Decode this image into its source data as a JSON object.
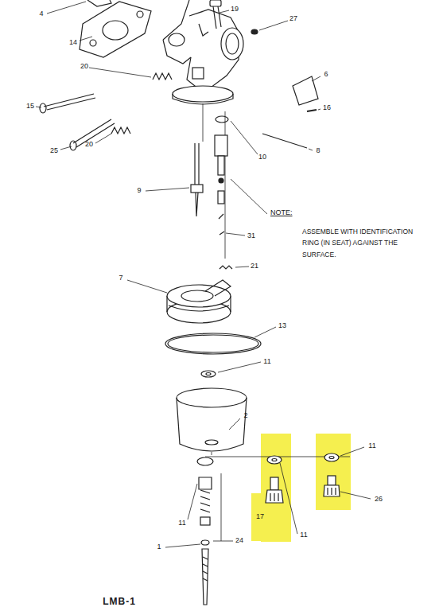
{
  "diagram": {
    "labels": [
      "4",
      "19",
      "27",
      "14",
      "20",
      "15",
      "6",
      "20",
      "25",
      "16",
      "10",
      "8",
      "9",
      "NOTE:",
      "ASSEMBLE WITH IDENTIFICATION RING (IN SEAT) AGAINST THE SURFACE.",
      "31",
      "21",
      "7",
      "13",
      "11",
      "2",
      "11",
      "11",
      "17",
      "11",
      "26",
      "1",
      "24",
      "LMB-1"
    ]
  }
}
